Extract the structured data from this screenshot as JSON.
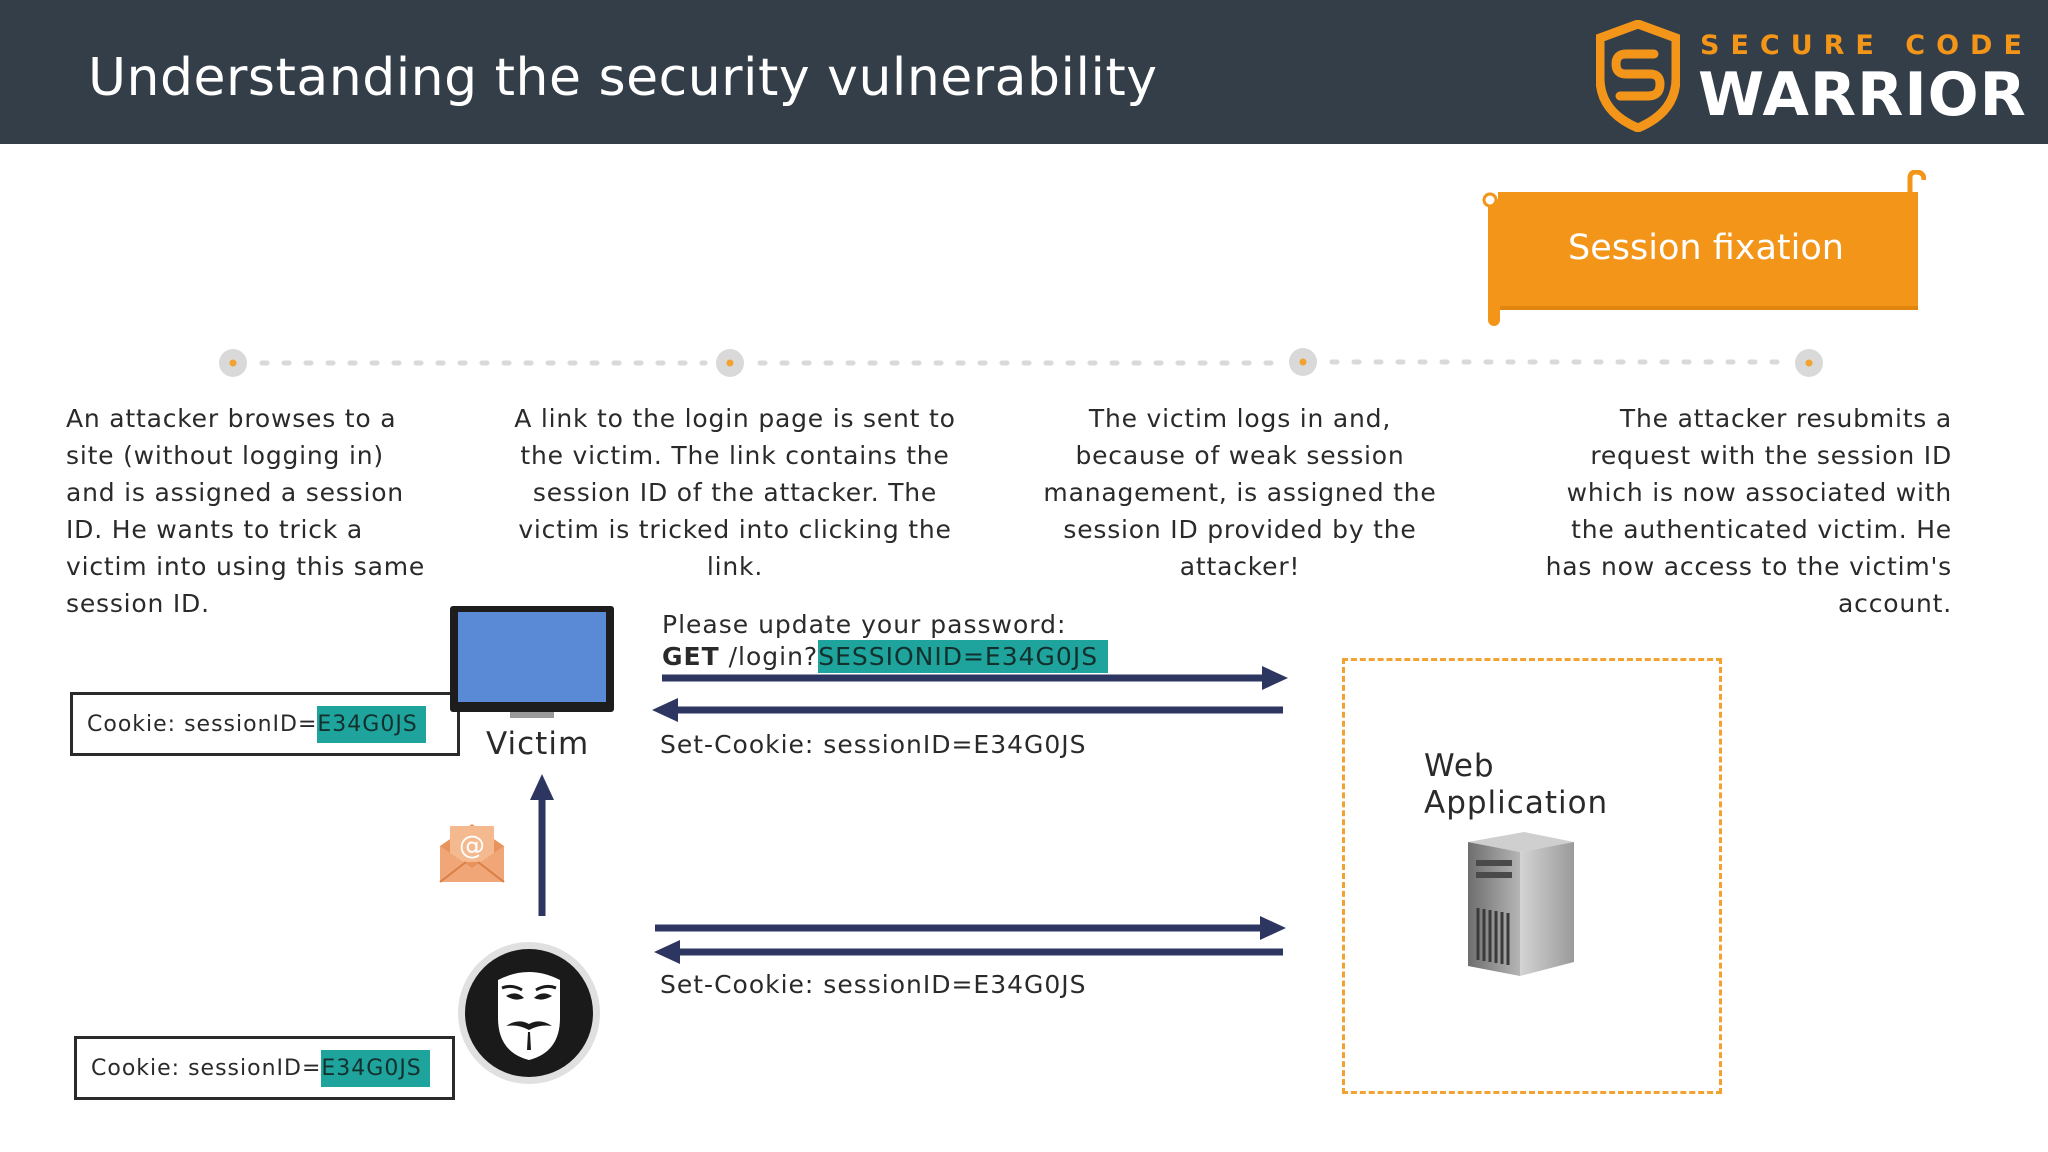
{
  "header": {
    "title": "Understanding the security vulnerability",
    "logo_top": "SECURE CODE",
    "logo_main": "WARRIOR"
  },
  "banner": {
    "label": "Session fixation"
  },
  "steps": [
    "An attacker browses to a site (without logging in) and is assigned a session ID. He wants to trick a victim into using this same session ID.",
    "A link to the login page is sent to the victim. The link contains the session ID of the attacker. The victim is tricked into clicking the link.",
    "The victim logs in and, because of weak session management, is assigned the session ID provided by the attacker!",
    "The attacker resubmits a request with the session ID which is now associated with the authenticated victim. He has now access to the victim's account."
  ],
  "victim": {
    "label": "Victim",
    "cookie_prefix": "Cookie: sessionID=",
    "cookie_value": "E34G0JS"
  },
  "attacker": {
    "cookie_prefix": "Cookie: sessionID=",
    "cookie_value": "E34G0JS"
  },
  "messages": {
    "request_line1": "Please update your password:",
    "request_get": "GET",
    "request_path": " /login?",
    "request_session": "SESSIONID=E34G0JS",
    "victim_response": "Set-Cookie: sessionID=E34G0JS",
    "attacker_response": "Set-Cookie: sessionID=E34G0JS"
  },
  "webapp": {
    "label": "Web\nApplication"
  },
  "colors": {
    "header_bg": "#343e48",
    "accent_orange": "#f39519",
    "highlight_teal": "#1ea49c",
    "arrow_navy": "#2d3561",
    "timeline_dot": "#d9d9d9",
    "timeline_dot_center": "#f3a232"
  },
  "icons": [
    "shield-logo-icon",
    "monitor-icon",
    "envelope-icon",
    "anonymous-mask-icon",
    "server-icon",
    "scroll-banner-icon"
  ]
}
